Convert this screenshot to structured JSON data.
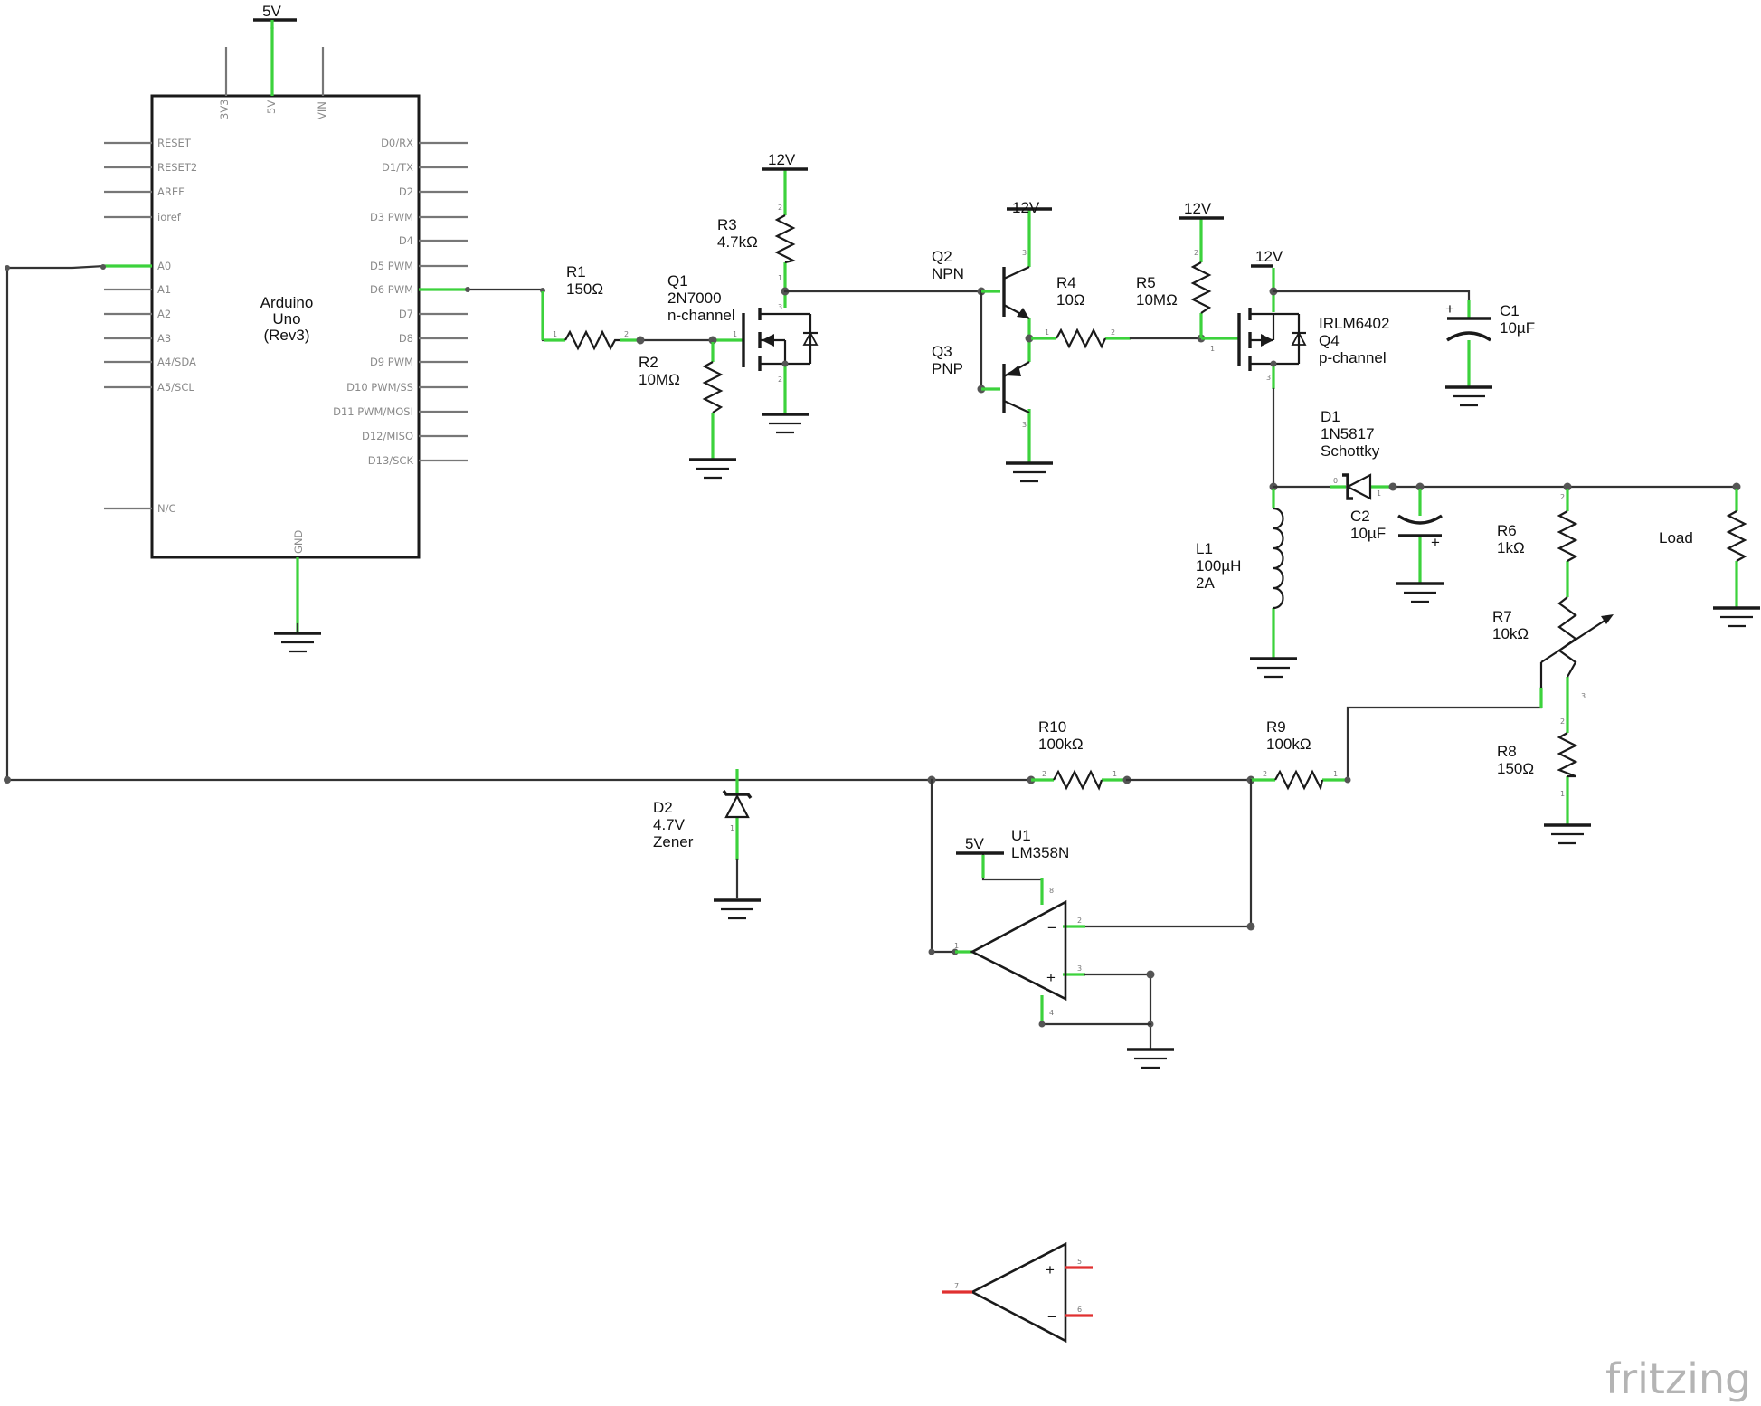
{
  "arduino": {
    "title": [
      "Arduino",
      "Uno",
      "(Rev3)"
    ],
    "top_pins": [
      "3V3",
      "5V",
      "VIN"
    ],
    "left_pins": [
      "RESET",
      "RESET2",
      "AREF",
      "ioref",
      "A0",
      "A1",
      "A2",
      "A3",
      "A4/SDA",
      "A5/SCL",
      "N/C"
    ],
    "right_pins": [
      "D0/RX",
      "D1/TX",
      "D2",
      "D3 PWM",
      "D4",
      "D5 PWM",
      "D6 PWM",
      "D7",
      "D8",
      "D9 PWM",
      "D10 PWM/SS",
      "D11 PWM/MOSI",
      "D12/MISO",
      "D13/SCK"
    ],
    "bottom_pin": "GND"
  },
  "rails": {
    "v5": "5V",
    "v12": "12V"
  },
  "components": {
    "r1": [
      "R1",
      "150Ω"
    ],
    "r2": [
      "R2",
      "10MΩ"
    ],
    "r3": [
      "R3",
      "4.7kΩ"
    ],
    "q1": [
      "Q1",
      "2N7000",
      "n-channel"
    ],
    "q2": [
      "Q2",
      "NPN"
    ],
    "q3": [
      "Q3",
      "PNP"
    ],
    "r4": [
      "R4",
      "10Ω"
    ],
    "r5": [
      "R5",
      "10MΩ"
    ],
    "q4": [
      "IRLM6402",
      "Q4",
      "p-channel"
    ],
    "c1": [
      "C1",
      "10µF"
    ],
    "d1": [
      "D1",
      "1N5817",
      "Schottky"
    ],
    "c2": [
      "C2",
      "10µF"
    ],
    "l1": [
      "L1",
      "100µH",
      "2A"
    ],
    "r6": [
      "R6",
      "1kΩ"
    ],
    "load": "Load",
    "r7": [
      "R7",
      "10kΩ"
    ],
    "r8": [
      "R8",
      "150Ω"
    ],
    "r10": [
      "R10",
      "100kΩ"
    ],
    "r9": [
      "R9",
      "100kΩ"
    ],
    "d2": [
      "D2",
      "4.7V",
      "Zener"
    ],
    "u1": [
      "U1",
      "LM358N"
    ]
  },
  "pin_numbers": {
    "one": "1",
    "two": "2",
    "three": "3",
    "four": "4",
    "five": "5",
    "six": "6",
    "seven": "7",
    "eight": "8",
    "zero": "0"
  },
  "opamp_signs": {
    "minus": "−",
    "plus": "+"
  },
  "watermark": "fritzing"
}
